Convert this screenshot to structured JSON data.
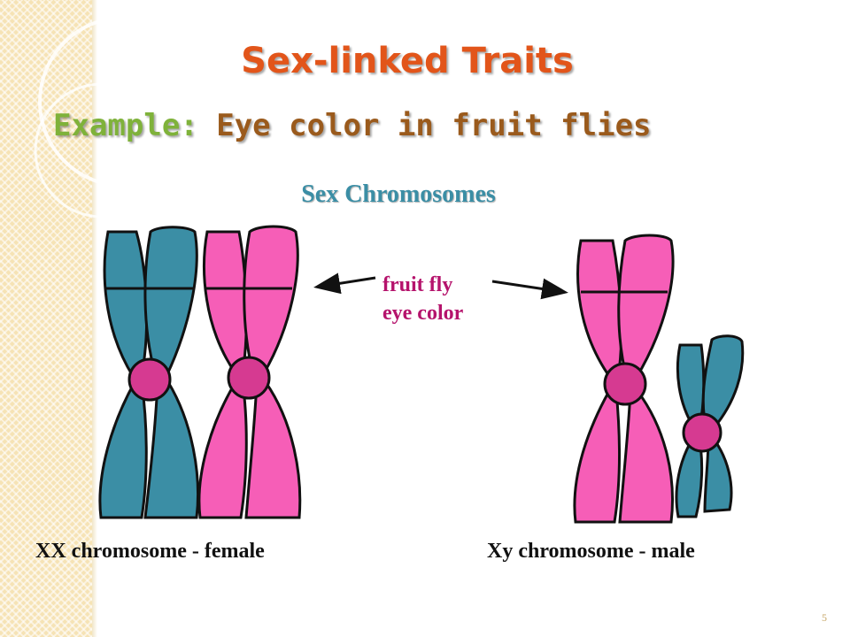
{
  "slide": {
    "title": "Sex-linked Traits",
    "subtitle_key": "Example:",
    "subtitle_value": " Eye color in fruit flies",
    "section_heading": "Sex Chromosomes",
    "callout_line1": "fruit fly",
    "callout_line2": "eye color",
    "caption_female": "XX chromosome - female",
    "caption_male": "Xy chromosome - male",
    "slide_number": "5"
  },
  "colors": {
    "title": "#e2551a",
    "subtitle_key": "#7fb23a",
    "subtitle_value": "#9a5a1c",
    "heading": "#3b8ea5",
    "teal_chromosome": "#3b8ea5",
    "pink_chromosome": "#f65eb7",
    "centromere": "#d63a91",
    "callout": "#b5136c",
    "sidebar": "#f6e3b5"
  }
}
